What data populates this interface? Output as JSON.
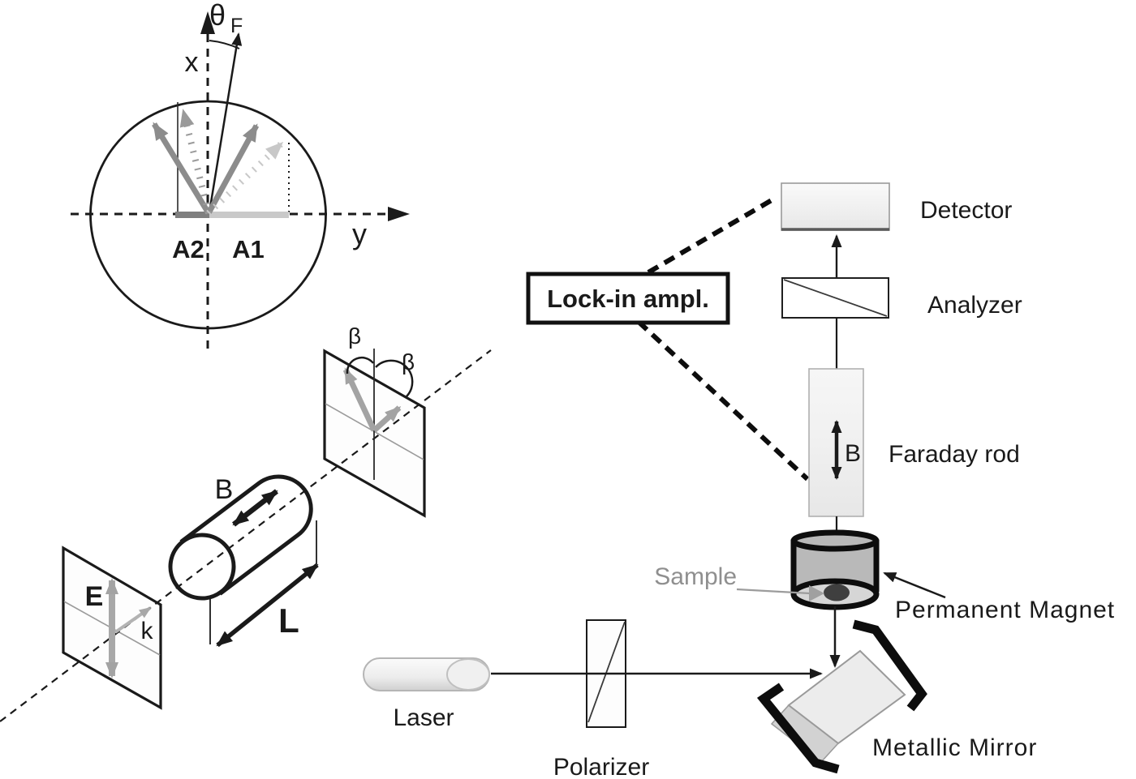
{
  "figure": {
    "polar": {
      "theta": "θ",
      "theta_sub": "F",
      "x": "x",
      "y": "y",
      "a2": "A2",
      "a1": "A1"
    },
    "cell": {
      "b": "B",
      "l": "L",
      "e": "E",
      "k": "k",
      "beta1": "β",
      "beta2": "β"
    },
    "setup": {
      "lock_in": "Lock-in ampl.",
      "detector": "Detector",
      "analyzer": "Analyzer",
      "faraday_rod": "Faraday rod",
      "b": "B",
      "sample": "Sample",
      "permanent_magnet": "Permanent Magnet",
      "metallic_mirror": "Metallic Mirror",
      "laser": "Laser",
      "polarizer": "Polarizer"
    }
  },
  "colors": {
    "ink": "#1a1a1a",
    "arrow_dark_gray": "#8c8c8c",
    "arrow_dotted_gray": "#9a9a9a",
    "arrow_light_gray": "#c8c8c8",
    "plane_arrow_gray": "#a3a3a3",
    "gray_label": "#8f8f8f",
    "magnet_gray": "#b9b9b9",
    "magnet_inner": "#d6d6d6",
    "sample_dot": "#3f3f3f",
    "box_fill": "#f2f2f2"
  }
}
